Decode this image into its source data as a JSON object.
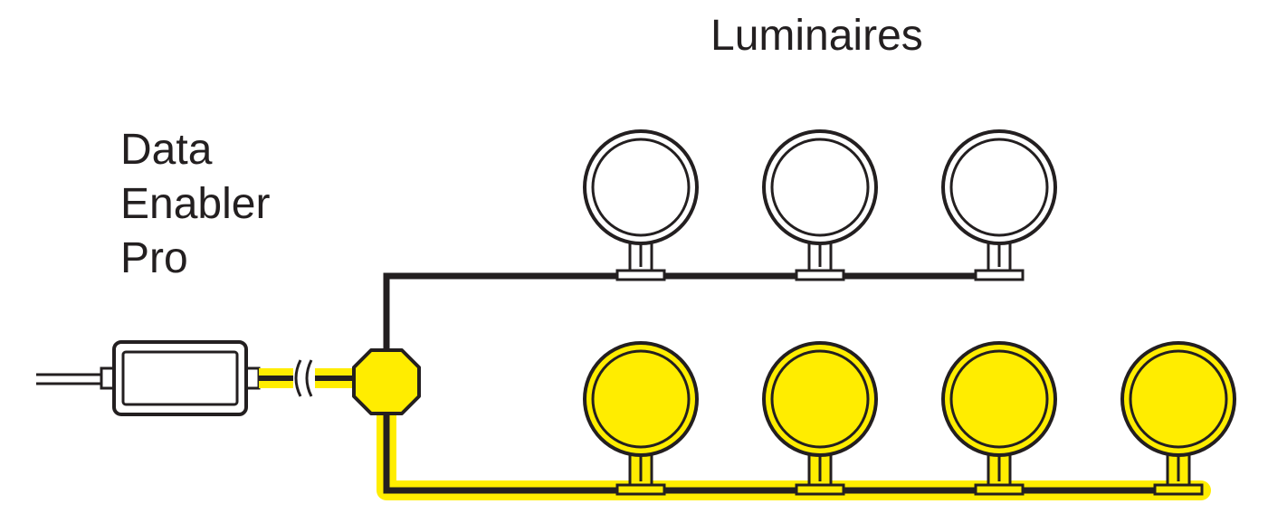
{
  "diagram": {
    "title": "Luminaires",
    "device_label": [
      "Data",
      "Enabler",
      "Pro"
    ]
  },
  "colors": {
    "line": "#231f20",
    "highlight": "#ffed00",
    "background": "#ffffff"
  },
  "luminaires": {
    "top_row": {
      "count": 3,
      "state": "inactive"
    },
    "bottom_row": {
      "count": 4,
      "state": "active"
    }
  }
}
